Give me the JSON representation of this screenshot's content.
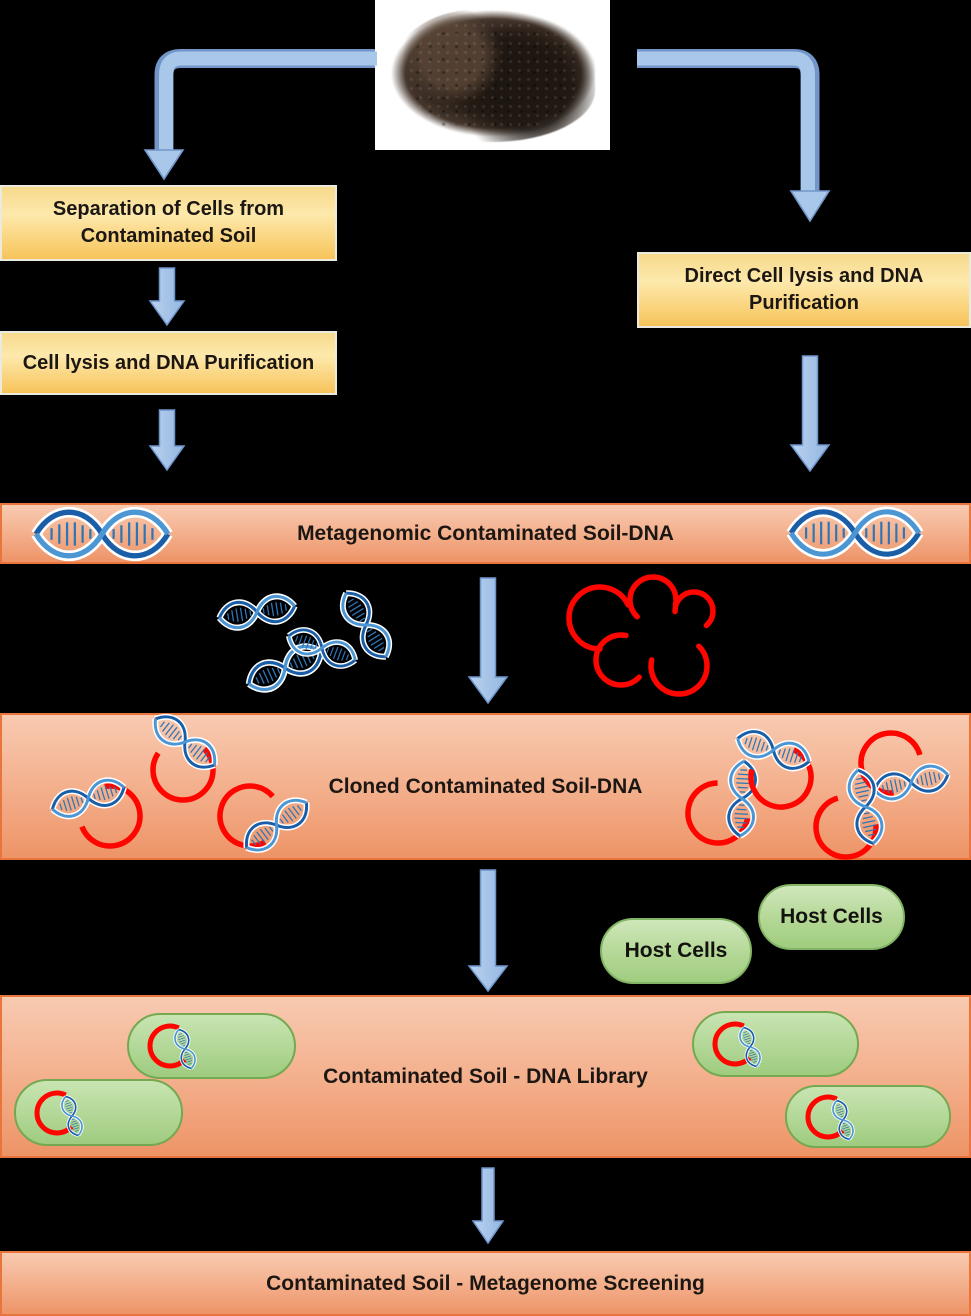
{
  "boxes": {
    "separation": {
      "label": "Separation of Cells from Contaminated Soil"
    },
    "cell_lysis": {
      "label": "Cell lysis and DNA Purification"
    },
    "direct_lysis": {
      "label": "Direct Cell lysis and DNA Purification"
    }
  },
  "banners": {
    "metagenomic_dna": {
      "label": "Metagenomic Contaminated Soil-DNA"
    },
    "cloned_dna": {
      "label": "Cloned Contaminated Soil-DNA"
    },
    "dna_library": {
      "label": "Contaminated Soil - DNA Library"
    },
    "metagenome_screening": {
      "label": "Contaminated Soil - Metagenome Screening"
    }
  },
  "labels": {
    "host_cells": "Host Cells"
  },
  "icons": {
    "soil_photo": "soil-sample-photo",
    "dna_helix": "dna-helix-icon",
    "dna_fragment": "dna-fragment-icon",
    "vector_arc": "linearized-vector-icon",
    "plasmid": "recombinant-plasmid-icon",
    "host_cell": "host-cell-capsule-icon",
    "arrow": "flow-arrow-icon"
  },
  "colors": {
    "background": "#000000",
    "process_box_fill_top": "#F6D98C",
    "process_box_fill_bottom": "#F7C45A",
    "process_box_border": "#ECE9DD",
    "banner_fill_top": "#F8CAB1",
    "banner_fill_bottom": "#EE9467",
    "banner_border": "#E8753B",
    "arrow_fill": "#A9C7E9",
    "arrow_edge": "#7296C9",
    "dna_blue_dark": "#1B5EA8",
    "dna_blue_light": "#4D96D4",
    "vector_red": "#FF0500",
    "host_cell_fill": "#B3D795",
    "host_cell_border": "#82B463",
    "text": "#1C1713"
  }
}
